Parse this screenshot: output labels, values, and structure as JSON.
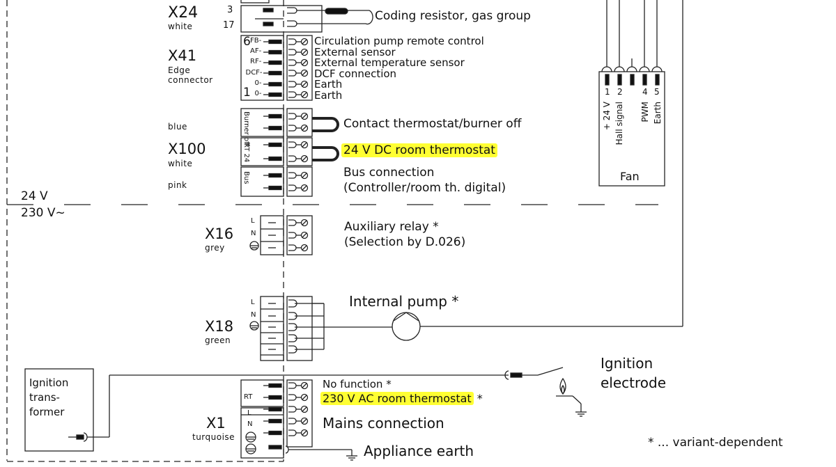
{
  "diagram": {
    "title": "Boiler wiring diagram (connector terminal overview)",
    "voltage_zones": {
      "upper": "24 V",
      "lower": "230 V~"
    },
    "highlight_color": "#ffff33",
    "connectors": {
      "x24": {
        "name": "X24",
        "color": "white",
        "pins": [
          "3",
          "17"
        ],
        "description": "Coding resistor, gas group"
      },
      "x41": {
        "name": "X41",
        "subtitle_line1": "Edge",
        "subtitle_line2": "connector",
        "pin_first": "6",
        "pin_last": "1",
        "pins": [
          "FB",
          "AF",
          "RF",
          "DCF",
          "0",
          "0"
        ],
        "descriptions": [
          "Circulation pump remote control",
          "External sensor",
          "External temperature sensor",
          "DCF connection",
          "Earth",
          "Earth"
        ]
      },
      "x100": {
        "name": "X100",
        "color": "white",
        "groups": [
          {
            "color": "blue",
            "side_label": "Burner off",
            "description": "Contact thermostat/burner off"
          },
          {
            "side_label": "RT 24",
            "description": "24 V DC room thermostat",
            "highlighted": true
          },
          {
            "color": "pink",
            "side_label": "Bus",
            "pins": [
              "-",
              "+"
            ],
            "description_line1": "Bus connection",
            "description_line2": "(Controller/room th. digital)"
          }
        ]
      },
      "x16": {
        "name": "X16",
        "color": "grey",
        "pins": [
          "L",
          "N",
          "earth"
        ],
        "description_line1": "Auxiliary relay *",
        "description_line2": "(Selection by D.026)"
      },
      "x18": {
        "name": "X18",
        "color": "green",
        "pins": [
          "L",
          "N",
          "earth"
        ],
        "description": "Internal pump *"
      },
      "x1": {
        "name": "X1",
        "color": "turquoise",
        "pins": [
          "",
          "RT",
          "L",
          "N",
          "earth",
          "earth"
        ],
        "descriptions": {
          "no_function": "No function *",
          "room_thermostat": "230 V AC room thermostat",
          "room_thermostat_suffix": " *",
          "mains": "Mains connection",
          "earth": "Appliance earth"
        }
      }
    },
    "fan": {
      "label": "Fan",
      "pins": [
        "1",
        "2",
        "",
        "4",
        "5"
      ],
      "signals": [
        "+ 24 V",
        "Hall signal",
        "",
        "PWM",
        "Earth"
      ]
    },
    "ignition_transformer": {
      "line1": "Ignition",
      "line2": "trans-",
      "line3": "former"
    },
    "ignition_electrode": {
      "line1": "Ignition",
      "line2": "electrode"
    },
    "footnote": "* ... variant-dependent"
  }
}
